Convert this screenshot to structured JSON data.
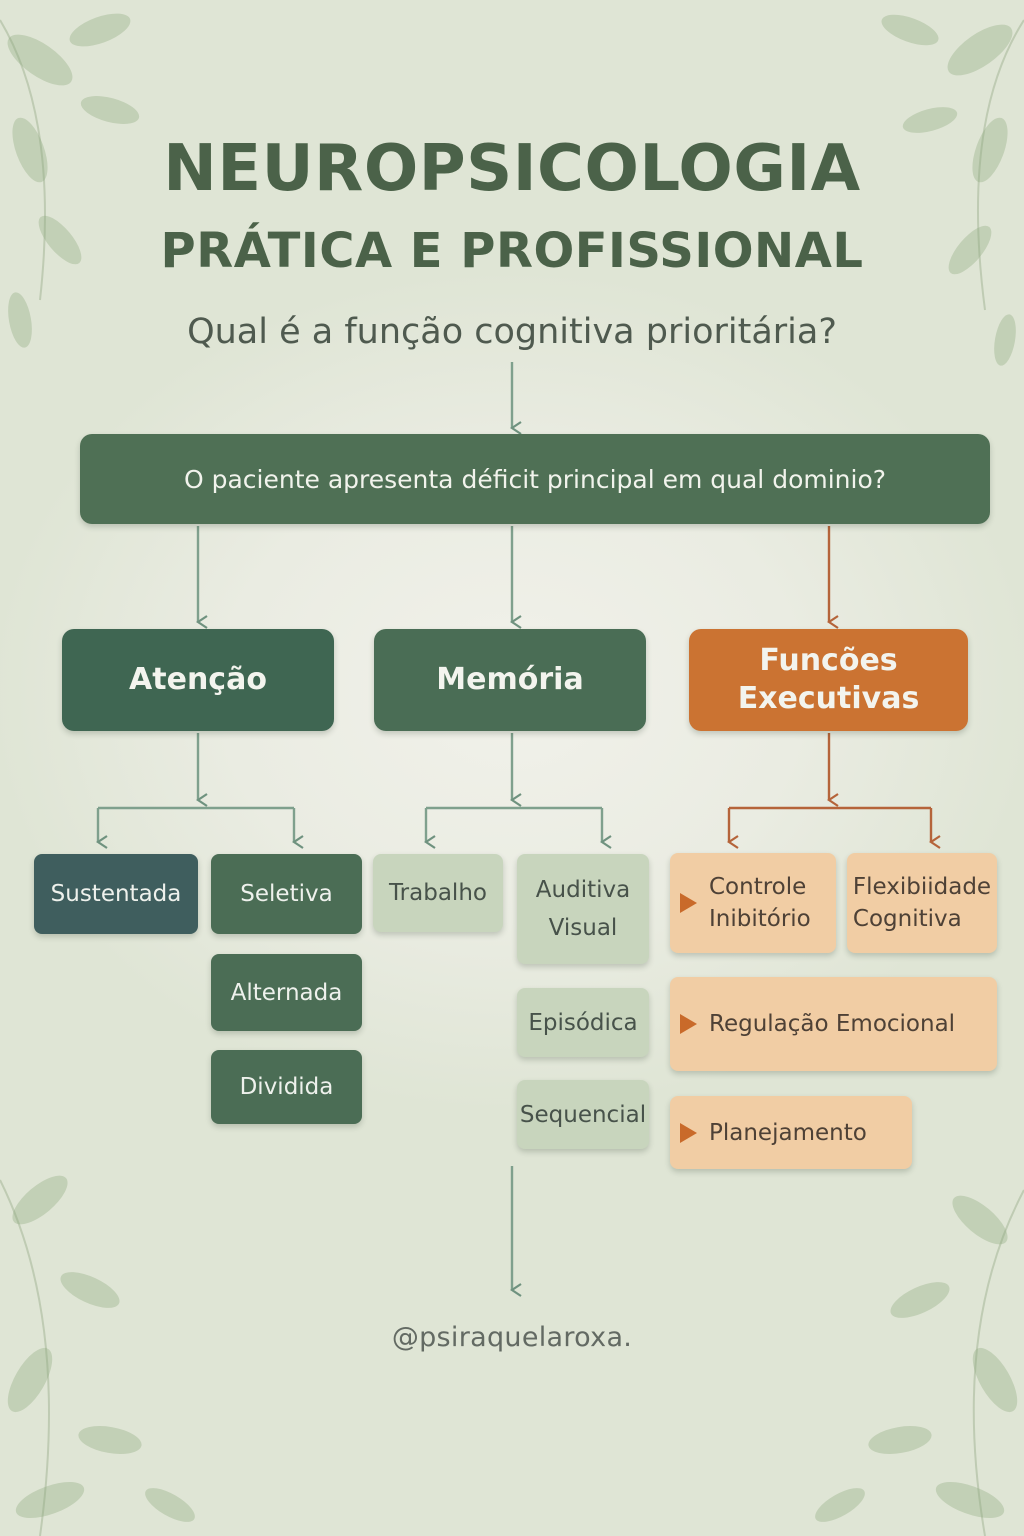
{
  "header": {
    "title": "NEUROPSICOLOGIA",
    "subtitle": "PRÁTICA E PROFISSIONAL",
    "question": "Qual é a função cognitiva prioritária?"
  },
  "main_question": "O paciente apresenta déficit principal em qual dominio?",
  "categories": {
    "atencao": "Atenção",
    "memoria": "Memória",
    "funcoes_line1": "Funcões",
    "funcoes_line2": "Executivas"
  },
  "atencao_items": {
    "sustentada": "Sustentada",
    "seletiva": "Seletiva",
    "alternada": "Alternada",
    "dividida": "Dividida"
  },
  "memoria_items": {
    "trabalho": "Trabalho",
    "auditiva": "Auditiva",
    "visual": "Visual",
    "episodica": "Episódica",
    "sequencial": "Sequencial"
  },
  "funcoes_items": {
    "controle_line1": "Controle",
    "controle_line2": "Inibitório",
    "flex_line1": "Flexibiidade",
    "flex_line2": "Cognitiva",
    "regulacao": "Regulação Emocional",
    "planejamento": "Planejamento"
  },
  "footer": {
    "handle": "@psiraquelaroxa."
  },
  "colors": {
    "green_dark": "#3f6652",
    "green_mid": "#4b6d55",
    "green_light": "#c8d5bd",
    "orange": "#cb7332",
    "peach": "#f1cda4",
    "title": "#4b6249"
  }
}
